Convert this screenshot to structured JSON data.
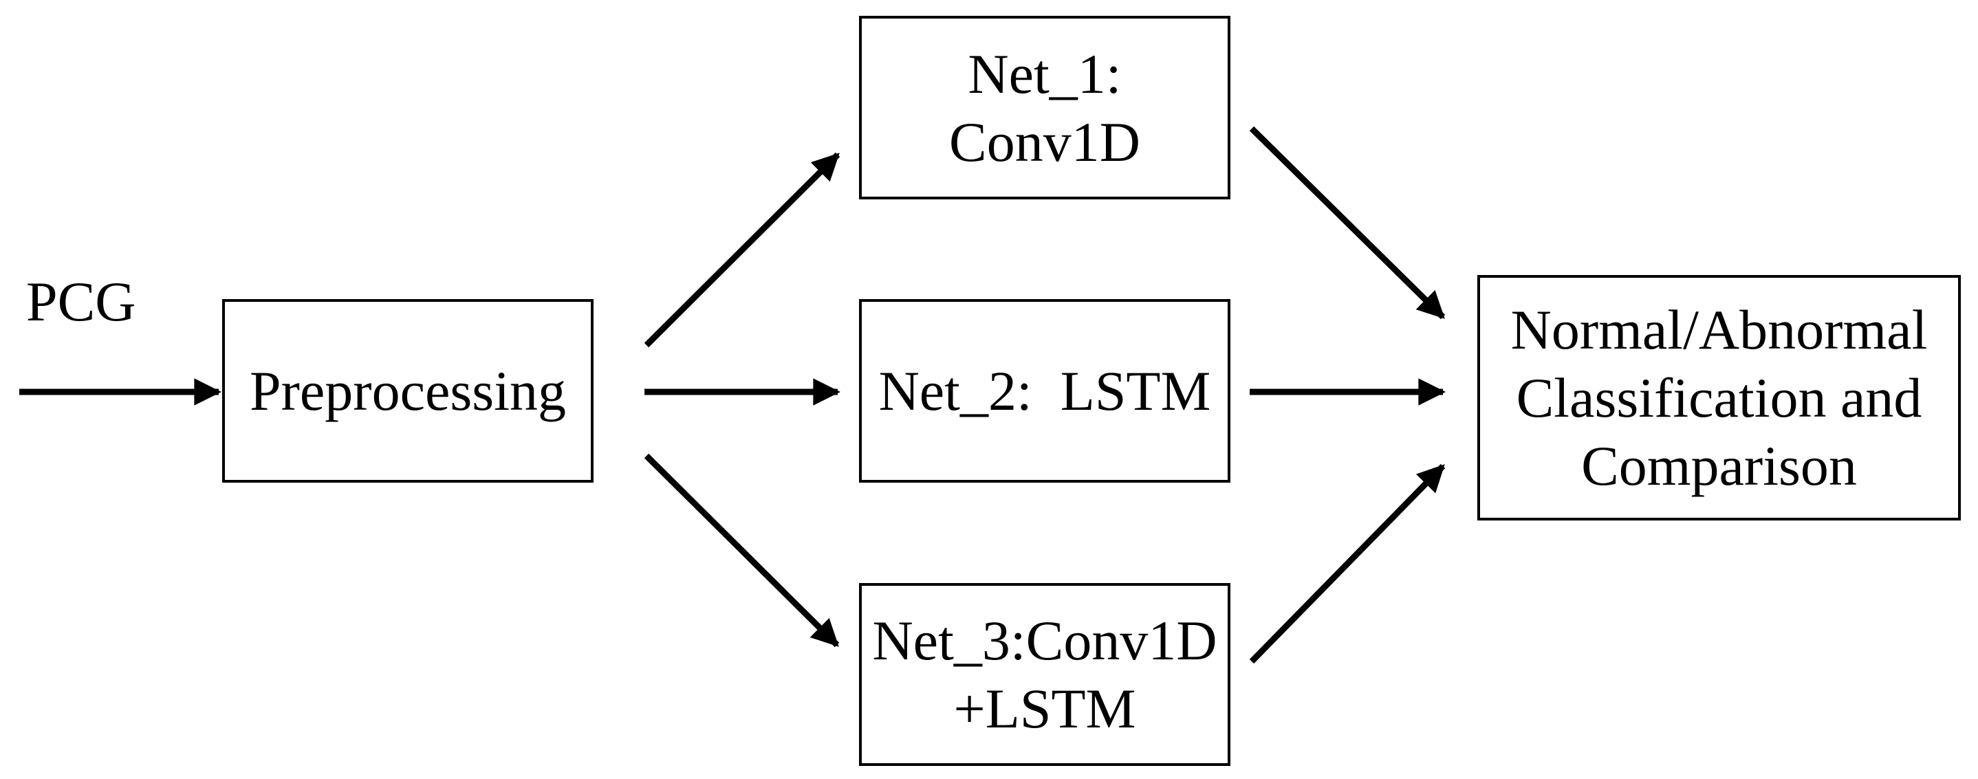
{
  "diagram": {
    "input_label": "PCG",
    "nodes": [
      {
        "id": "preprocessing",
        "lines": [
          "Preprocessing"
        ]
      },
      {
        "id": "net1",
        "lines": [
          "Net_1:",
          "Conv1D"
        ]
      },
      {
        "id": "net2",
        "lines": [
          "Net_2:  LSTM"
        ]
      },
      {
        "id": "net3",
        "lines": [
          "Net_3:Conv1D",
          "+LSTM"
        ]
      },
      {
        "id": "output",
        "lines": [
          "Normal/Abnormal",
          "Classification and",
          "Comparison"
        ]
      }
    ],
    "edges": [
      {
        "from": "pcg",
        "to": "preprocessing"
      },
      {
        "from": "preprocessing",
        "to": "net1"
      },
      {
        "from": "preprocessing",
        "to": "net2"
      },
      {
        "from": "preprocessing",
        "to": "net3"
      },
      {
        "from": "net1",
        "to": "output"
      },
      {
        "from": "net2",
        "to": "output"
      },
      {
        "from": "net3",
        "to": "output"
      }
    ],
    "colors": {
      "ink": "#000000",
      "background": "#ffffff"
    }
  }
}
